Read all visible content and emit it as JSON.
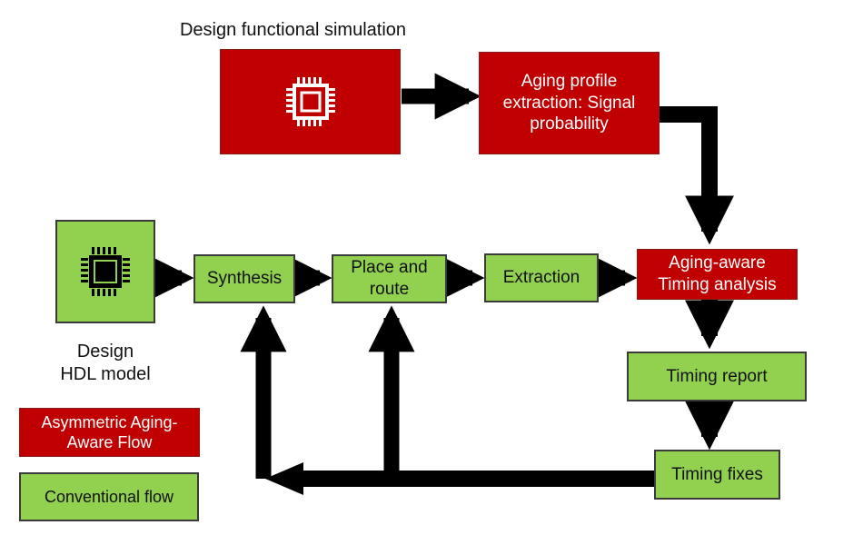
{
  "labels": {
    "functional_simulation": "Design functional simulation",
    "aging_profile": "Aging profile extraction: Signal probability",
    "design_hdl_line1": "Design",
    "design_hdl_line2": "HDL model",
    "synthesis": "Synthesis",
    "place_route": "Place and route",
    "extraction": "Extraction",
    "aging_timing_line1": "Aging-aware",
    "aging_timing_line2": "Timing analysis",
    "timing_report": "Timing report",
    "timing_fixes": "Timing fixes"
  },
  "legend": {
    "asymmetric_line1": "Asymmetric Aging-",
    "asymmetric_line2": "Aware Flow",
    "conventional": "Conventional flow"
  },
  "icons": {
    "simulation_chip": "chip-icon",
    "hdl_chip": "chip-icon"
  },
  "colors": {
    "aging_flow": "#c00000",
    "conventional_flow": "#92d050",
    "arrow": "#000000"
  }
}
